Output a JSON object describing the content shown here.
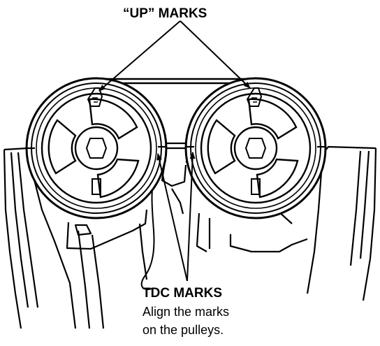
{
  "labels": {
    "up_marks": "“UP” MARKS",
    "tdc_marks": "TDC MARKS",
    "tdc_line1": "Align the marks",
    "tdc_line2": "on the pulleys."
  },
  "colors": {
    "ink": "#000000",
    "paper": "#ffffff"
  }
}
